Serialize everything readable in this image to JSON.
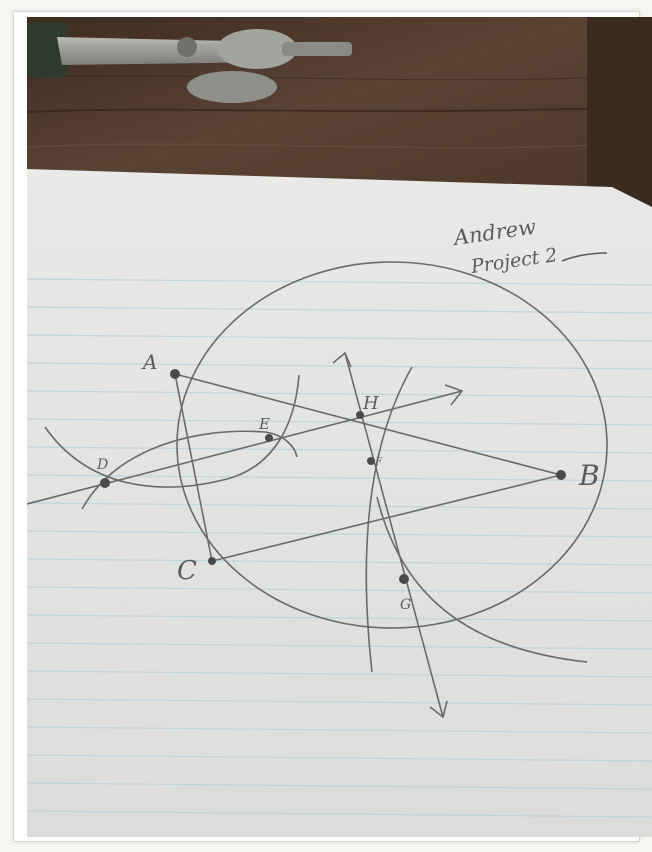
{
  "photo": {
    "subject": "Hand-drawn compass-and-straightedge construction on lined notebook paper, lying on a wooden table",
    "note_lines": [
      "Andrew",
      "Project 2"
    ],
    "point_labels": {
      "A": "A",
      "B": "B",
      "C": "C",
      "D": "D",
      "E": "E",
      "F": "F",
      "G": "G",
      "H": "H"
    }
  }
}
